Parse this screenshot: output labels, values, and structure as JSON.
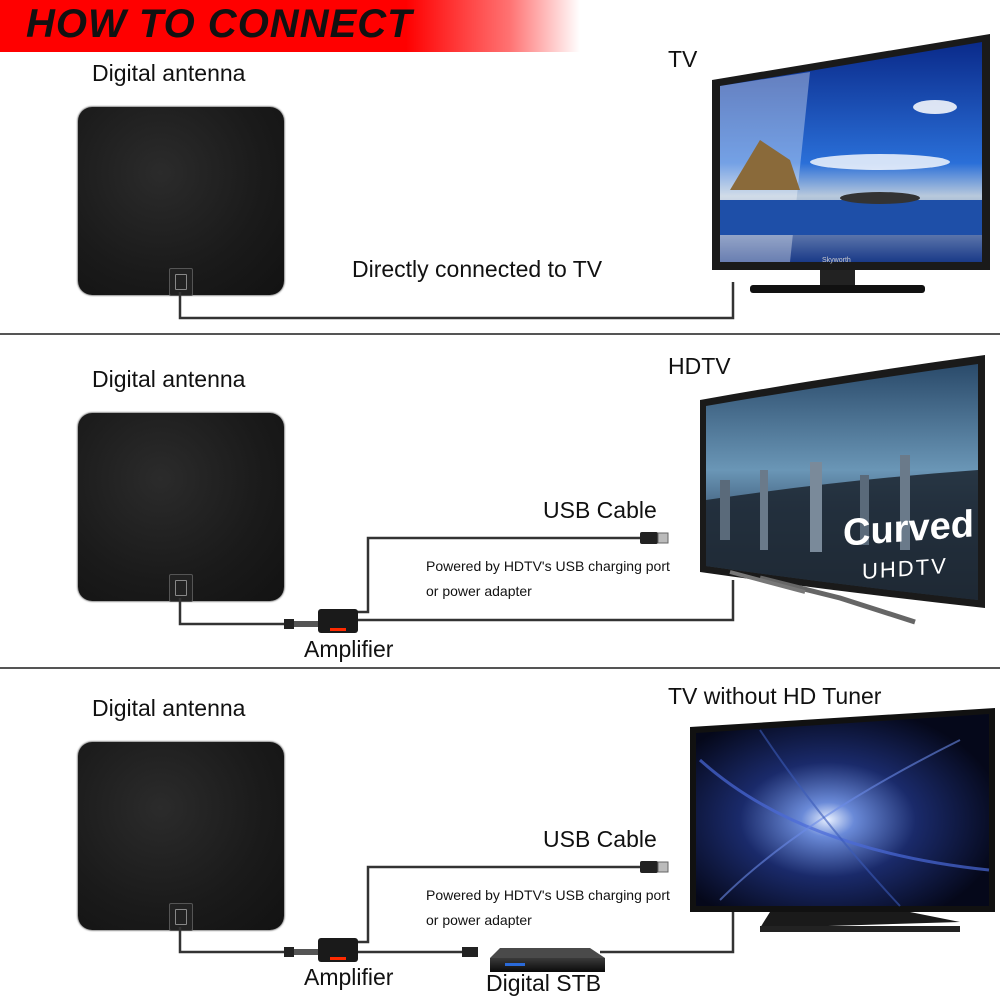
{
  "header": {
    "title": "HOW TO CONNECT"
  },
  "panels": [
    {
      "antenna_label": "Digital antenna",
      "tv_label": "TV",
      "connection_label": "Directly connected to TV",
      "tv_brand": "Skyworth"
    },
    {
      "antenna_label": "Digital antenna",
      "tv_label": "HDTV",
      "usb_label": "USB Cable",
      "power_note_line1": "Powered by HDTV's USB charging port",
      "power_note_line2": "or power adapter",
      "amplifier_label": "Amplifier",
      "screen_text_1": "Curved",
      "screen_text_2": "UHDTV"
    },
    {
      "antenna_label": "Digital antenna",
      "tv_label": "TV without HD Tuner",
      "usb_label": "USB Cable",
      "power_note_line1": "Powered by HDTV's USB charging port",
      "power_note_line2": "or power adapter",
      "amplifier_label": "Amplifier",
      "stb_label": "Digital STB"
    }
  ],
  "colors": {
    "banner": "#ff0000",
    "cable": "#333333",
    "amplifier_led": "#ff2a00"
  }
}
